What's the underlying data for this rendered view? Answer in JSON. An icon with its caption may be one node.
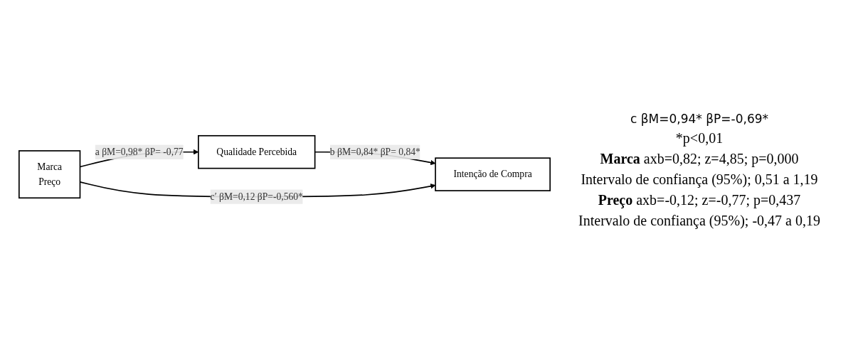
{
  "diagram": {
    "nodes": [
      {
        "text": [
          "Marca",
          "Preço"
        ]
      },
      {
        "text": [
          "Qualidade Percebida"
        ]
      },
      {
        "text": [
          "Intenção de Compra"
        ]
      }
    ],
    "edges": [
      {
        "from": 0,
        "to": 1,
        "arrow": "to",
        "label": "a βM=0,98* βP= -0,77"
      },
      {
        "from": 1,
        "to": 2,
        "arrow": "to",
        "label": "b βM=0,84* βP= 0,84*"
      },
      {
        "from": 0,
        "to": 2,
        "arrow": "to",
        "label": "c′ βM=0,12 βP=-0,560*"
      }
    ],
    "labels": [
      "c βM=0,94* βP=-0,69*",
      "*p<0,01",
      "**Marca** axb=0,82; z=4,85; p=0,000",
      "Intervalo de confiança (95%); 0,51 a 1,19",
      "**Preço** axb=-0,12; z=-0,77; p=0,437",
      "Intervalo de confiança (95%); -0,47 a 0,19"
    ]
  }
}
